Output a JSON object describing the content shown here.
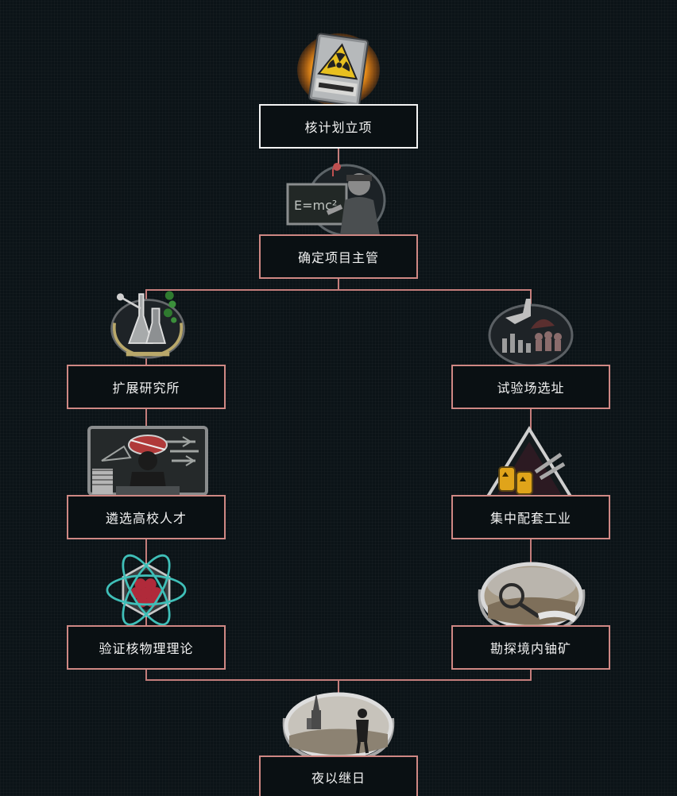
{
  "focus_tree": {
    "nodes": [
      {
        "id": "nuclear_program",
        "label": "核计划立项",
        "icon": "radiation-icon",
        "status": "completed"
      },
      {
        "id": "project_director",
        "label": "确定项目主管",
        "icon": "scientist-icon",
        "status": "available"
      },
      {
        "id": "expand_institutes",
        "label": "扩展研究所",
        "icon": "laboratory-icon",
        "status": "available"
      },
      {
        "id": "test_site",
        "label": "试验场选址",
        "icon": "test-site-icon",
        "status": "available"
      },
      {
        "id": "select_talent",
        "label": "遴选高校人才",
        "icon": "lecture-icon",
        "status": "available"
      },
      {
        "id": "support_industry",
        "label": "集中配套工业",
        "icon": "industry-icon",
        "status": "available"
      },
      {
        "id": "verify_theory",
        "label": "验证核物理理论",
        "icon": "atom-icon",
        "status": "available"
      },
      {
        "id": "uranium_survey",
        "label": "勘探境内铀矿",
        "icon": "survey-icon",
        "status": "available"
      },
      {
        "id": "day_and_night",
        "label": "夜以继日",
        "icon": "desert-icon",
        "status": "available"
      }
    ]
  },
  "colors": {
    "background": "#0b1216",
    "connector": "#c47d7b",
    "node_border": "#cf8884",
    "completed_border": "#f4f4f4",
    "radiation_yellow": "#e8c020"
  }
}
